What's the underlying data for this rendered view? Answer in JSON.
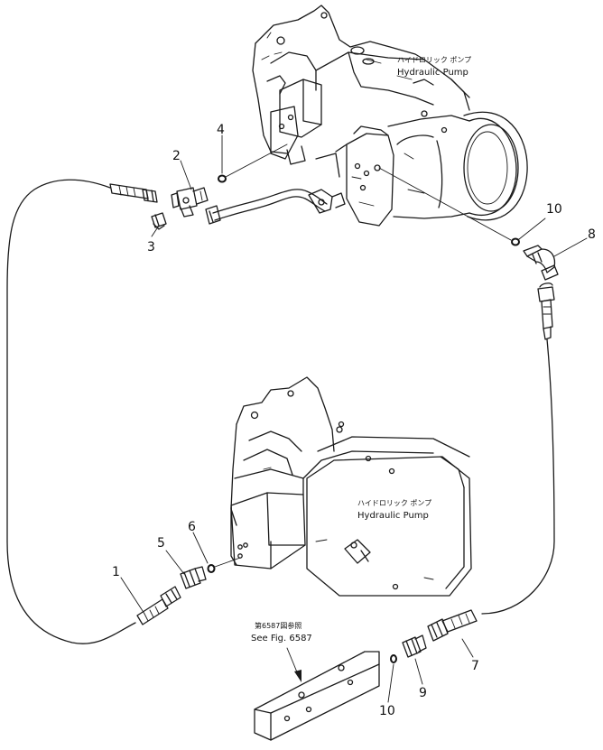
{
  "labels": {
    "pump_top_jp": "ハイドロリック ポンプ",
    "pump_top_en": "Hydraulic Pump",
    "pump_bottom_jp": "ハイドロリック ポンプ",
    "pump_bottom_en": "Hydraulic Pump",
    "see_fig_jp": "第6587図参照",
    "see_fig_en": "See Fig. 6587"
  },
  "callouts": {
    "c1": "1",
    "c2": "2",
    "c3": "3",
    "c4": "4",
    "c5": "5",
    "c6": "6",
    "c7": "7",
    "c8": "8",
    "c9": "9",
    "c10a": "10",
    "c10b": "10"
  }
}
